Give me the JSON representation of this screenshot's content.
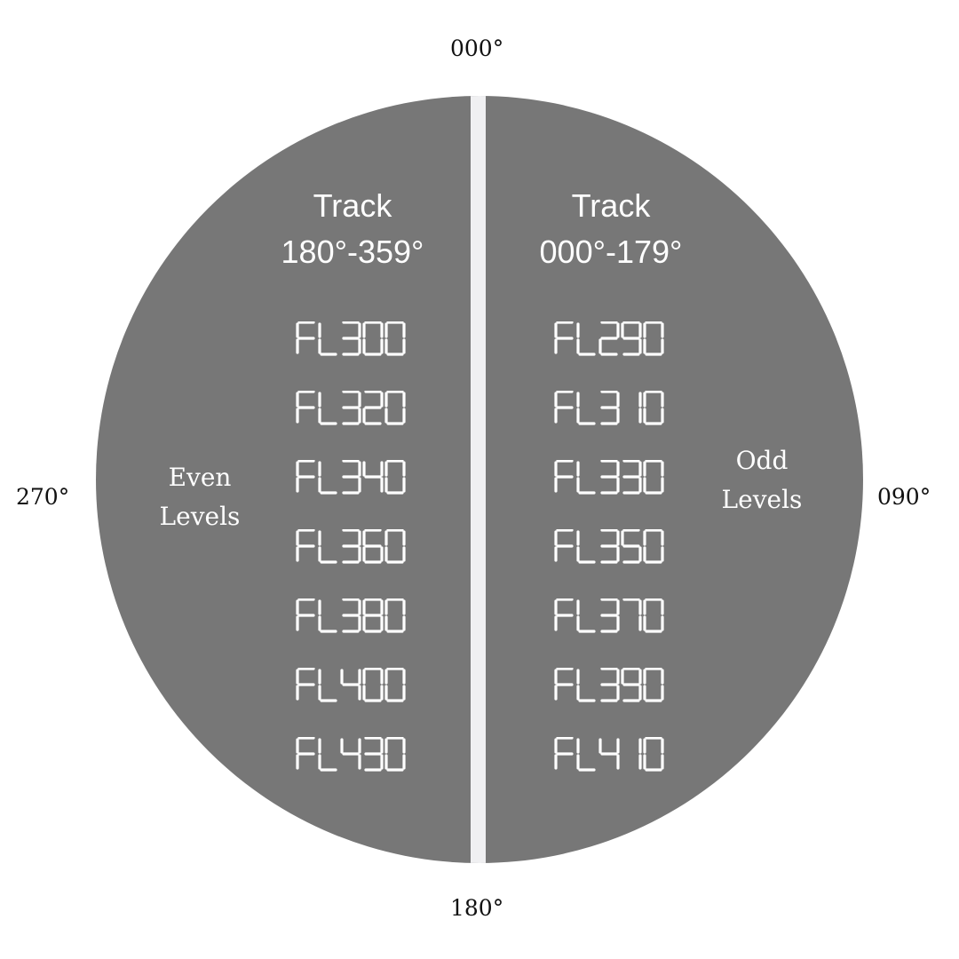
{
  "compass": {
    "north": "000°",
    "east": "090°",
    "south": "180°",
    "west": "270°"
  },
  "left": {
    "track_title": "Track",
    "track_range": "180°-359°",
    "levels_line1": "Even",
    "levels_line2": "Levels",
    "flight_levels": [
      "FL300",
      "FL320",
      "FL340",
      "FL360",
      "FL380",
      "FL400",
      "FL430"
    ]
  },
  "right": {
    "track_title": "Track",
    "track_range": "000°-179°",
    "levels_line1": "Odd",
    "levels_line2": "Levels",
    "flight_levels": [
      "FL290",
      "FL310",
      "FL330",
      "FL350",
      "FL370",
      "FL390",
      "FL410"
    ]
  },
  "colors": {
    "circle": "#777777",
    "divider": "#f0f0f2",
    "text_on_circle": "#ffffff",
    "compass_text": "#111111"
  }
}
